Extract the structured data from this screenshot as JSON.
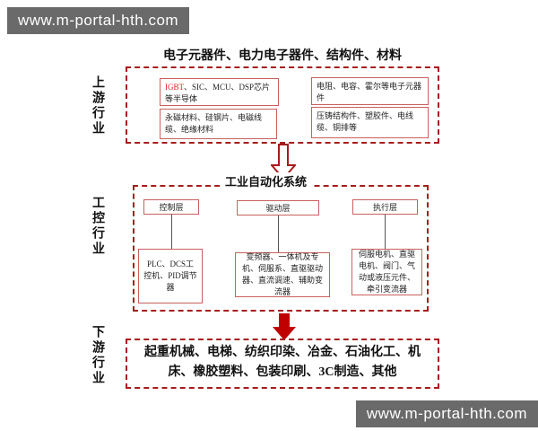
{
  "watermarks": {
    "top_left": "www.m-portal-hth.com",
    "bottom_right": "www.m-portal-hth.com"
  },
  "upstream": {
    "side_label": "上游行业",
    "title": "电子元器件、电力电子器件、结构件、材料",
    "box1_highlight": "IGBT",
    "box1_rest": "、SIC、MCU、DSP芯片等半导体",
    "box2": "永磁材料、硅钢片、电磁线缆、绝缘材料",
    "box3": "电阻、电容、霍尔等电子元器件",
    "box4": "压铸结构件、塑胶件、电线缆、铜排等"
  },
  "midstream": {
    "side_label": "工控行业",
    "title": "工业自动化系统",
    "layers": [
      {
        "header": "控制层",
        "detail": "PLC、DCS工控机、PID调节器"
      },
      {
        "header": "驱动层",
        "detail": "变频器、一体机及专机、伺服系、直驱驱动器、直流调速、辅助变流器"
      },
      {
        "header": "执行层",
        "detail": "伺服电机、直驱电机、阀门、气动或液压元件、牵引变流器"
      }
    ]
  },
  "downstream": {
    "side_label": "下游行业",
    "text": "起重机械、电梯、纺织印染、冶金、石油化工、机床、橡胶塑料、包装印刷、3C制造、其他"
  },
  "colors": {
    "dashed_border": "#a61c1c",
    "inner_box_border": "#c9605f",
    "hollow_arrow_outline": "#a61c1c",
    "solid_arrow_fill": "#c00000",
    "watermark_bg": "#6a6a6a",
    "highlight_red": "#e02020"
  }
}
